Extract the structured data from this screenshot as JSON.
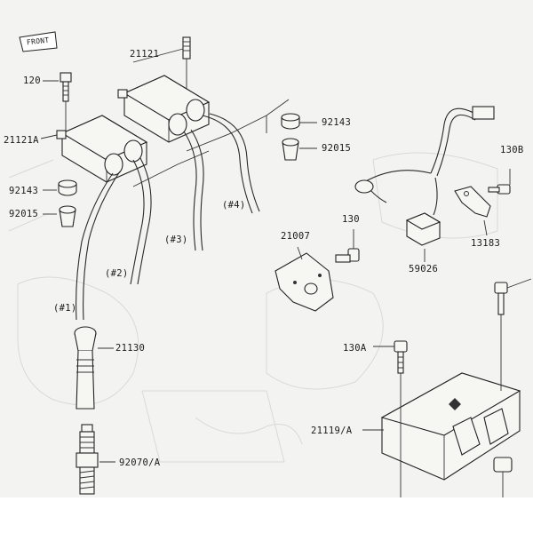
{
  "front_mark": "FRONT",
  "labels": {
    "p21121": "21121",
    "p120": "120",
    "p21121a": "21121A",
    "p92143_left": "92143",
    "p92015_left": "92015",
    "p92143_right": "92143",
    "p92015_right": "92015",
    "cyl4": "(#4)",
    "cyl3": "(#3)",
    "cyl2": "(#2)",
    "cyl1": "(#1)",
    "p21130": "21130",
    "p92070a": "92070/A",
    "p21007": "21007",
    "p130": "130",
    "p59026": "59026",
    "p13183": "13183",
    "p130b": "130B",
    "p130a": "130A",
    "p21119a": "21119/A"
  }
}
